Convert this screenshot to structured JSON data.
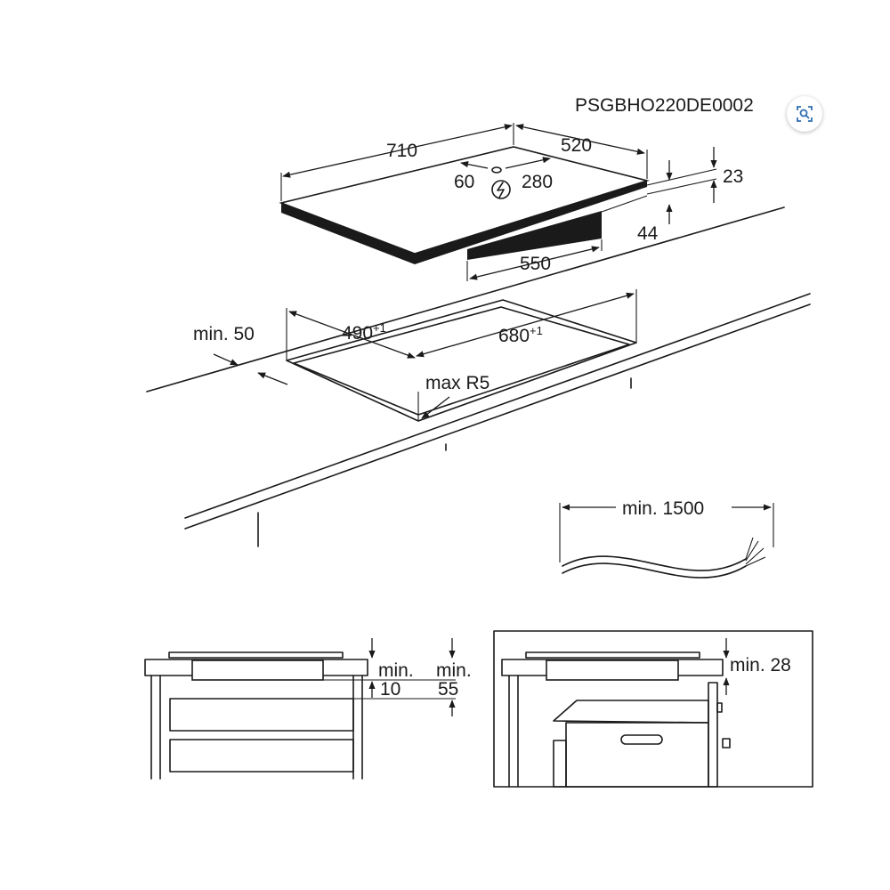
{
  "diagram": {
    "code": "PSGBHO220DE0002",
    "labels": {
      "width": "710",
      "depth": "520",
      "cable_min_left": "60",
      "cable_min_right": "280",
      "glass_thickness": "23",
      "box_height": "44",
      "box_depth": "550",
      "edge_distance": "min. 50",
      "cutout_depth": "490",
      "cutout_depth_tol": "+1",
      "cutout_width": "680",
      "cutout_width_tol": "+1",
      "corner_radius": "max R5",
      "cable_length": "min. 1500",
      "clearance_top_min": "min.",
      "clearance_top_value": "10",
      "clearance_drawer_min": "min.",
      "clearance_drawer_value": "55",
      "clearance_oven": "min. 28"
    }
  },
  "icons": {
    "power": "electric-power-symbol-icon",
    "zoom": "zoom-image-icon"
  },
  "colors": {
    "ink": "#1a1a1a",
    "background": "#ffffff",
    "badge_icon": "#2f6fb0"
  }
}
